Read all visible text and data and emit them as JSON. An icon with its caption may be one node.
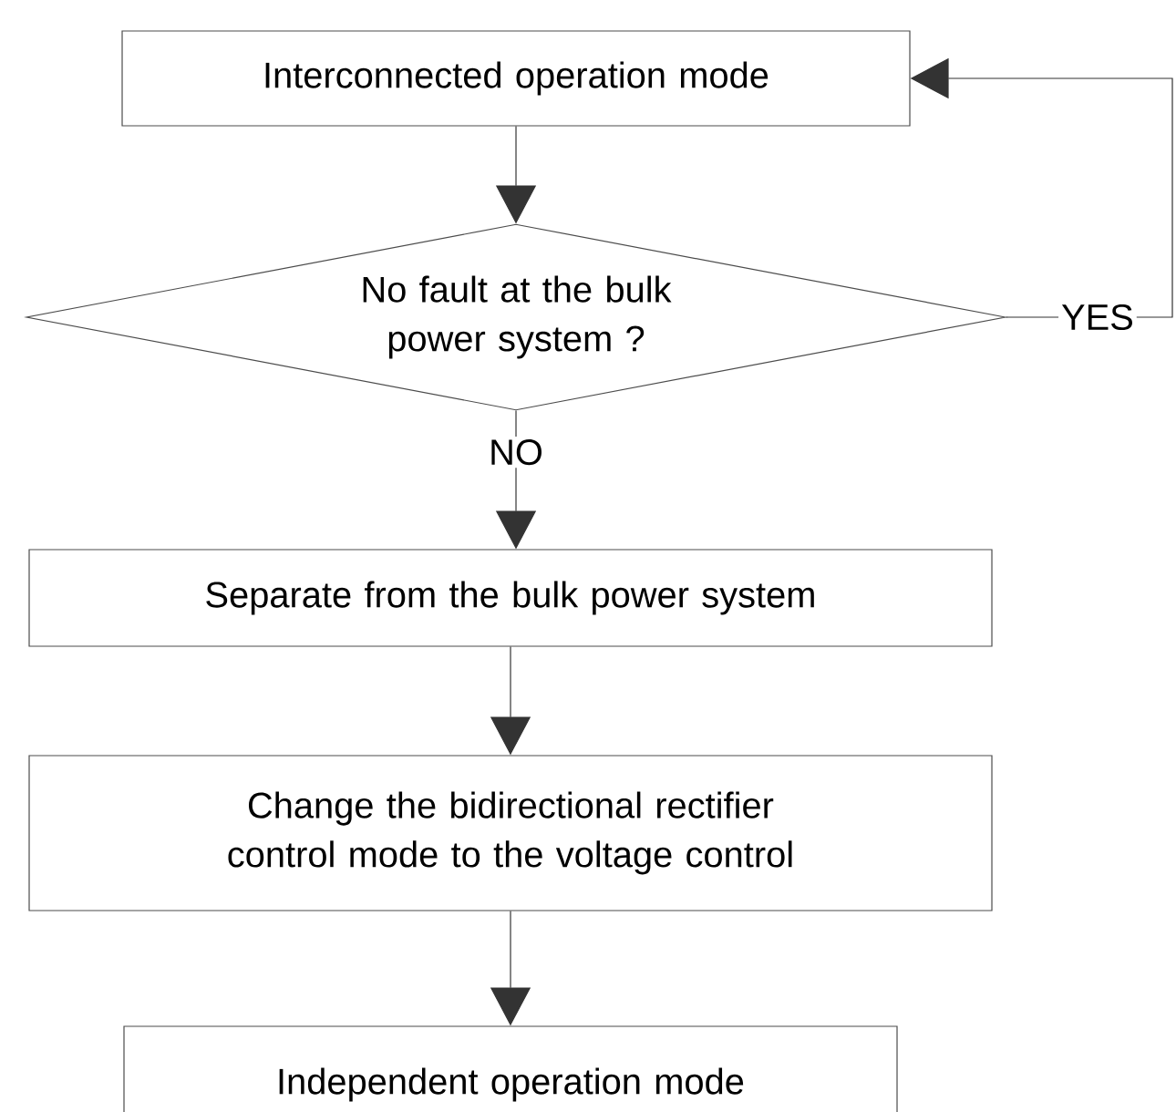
{
  "diagram": {
    "nodes": [
      {
        "text": [
          "Interconnected operation mode"
        ]
      },
      {
        "text": [
          "No fault at the bulk power system ?"
        ]
      },
      {
        "text": [
          "Separate from the bulk power system"
        ]
      },
      {
        "text": [
          "Change the bidirectional rectifier control mode to the voltage control"
        ]
      },
      {
        "text": [
          "Independent operation mode"
        ]
      }
    ],
    "edges": [
      {
        "from": 0,
        "to": 1,
        "arrow": "to"
      },
      {
        "from": 1,
        "to": 2,
        "arrow": "to",
        "label": "NO"
      },
      {
        "from": 2,
        "to": 3,
        "arrow": "to"
      },
      {
        "from": 3,
        "to": 4,
        "arrow": "to"
      },
      {
        "from": 1,
        "to": 0,
        "arrow": "to",
        "label": "YES"
      }
    ]
  }
}
